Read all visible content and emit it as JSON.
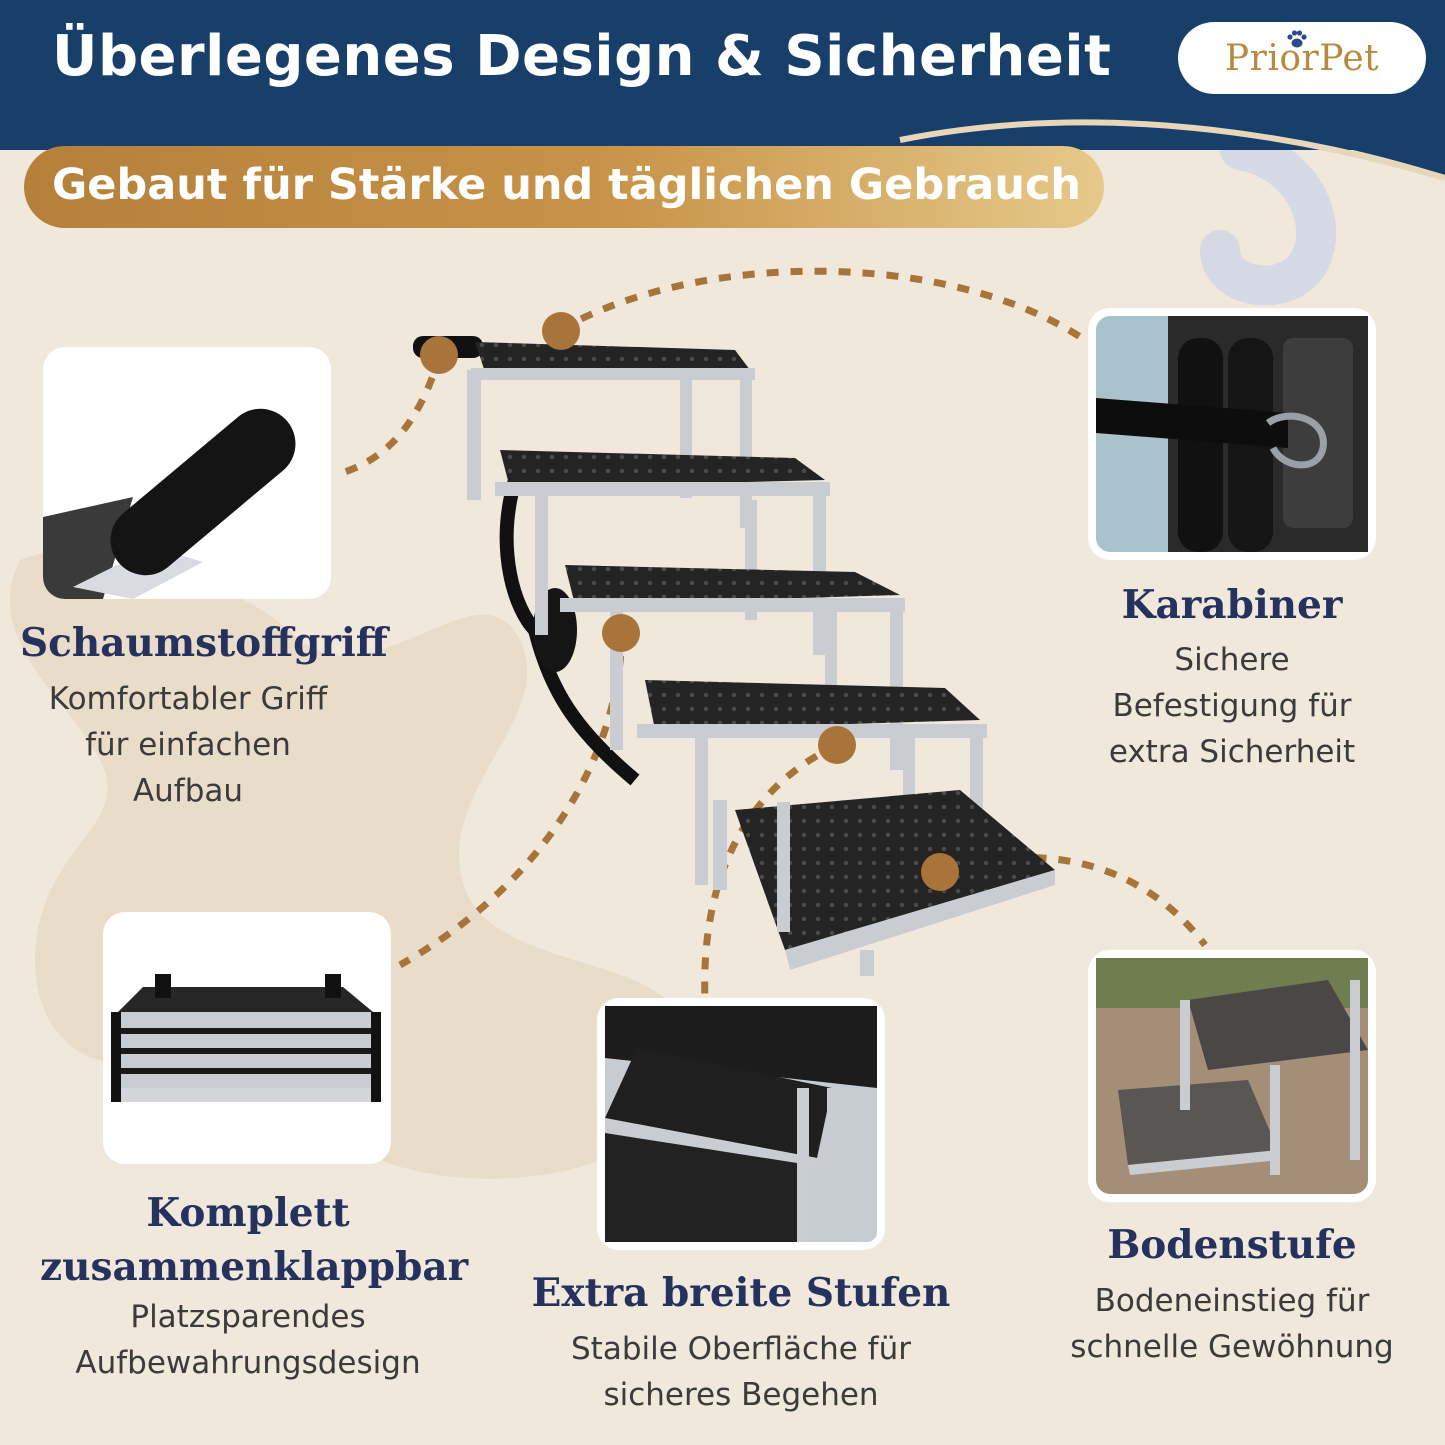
{
  "header": {
    "title": "Überlegenes Design & Sicherheit",
    "subtitle": "Gebaut für Stärke und täglichen Gebrauch",
    "logo": "PriorPet"
  },
  "colors": {
    "navy": "#173f6a",
    "gold": "#c89449",
    "dot": "#a8743a",
    "heading": "#25325e",
    "background": "#f1e8dc"
  },
  "features": {
    "foam_grip": {
      "title": "Schaumstoffgriff",
      "desc": [
        "Komfortabler Griff",
        "für einfachen",
        "Aufbau"
      ]
    },
    "carabiner": {
      "title": "Karabiner",
      "desc": [
        "Sichere",
        "Befestigung für",
        "extra Sicherheit"
      ]
    },
    "foldable": {
      "title": [
        "Komplett",
        "zusammenklappbar"
      ],
      "desc": [
        "Platzsparendes",
        "Aufbewahrungsdesign"
      ]
    },
    "wide_steps": {
      "title": "Extra breite Stufen",
      "desc": [
        "Stabile Oberfläche für",
        "sicheres Begehen"
      ]
    },
    "ground_step": {
      "title": "Bodenstufe",
      "desc": [
        "Bodeneinstieg für",
        "schnelle Gewöhnung"
      ]
    }
  }
}
